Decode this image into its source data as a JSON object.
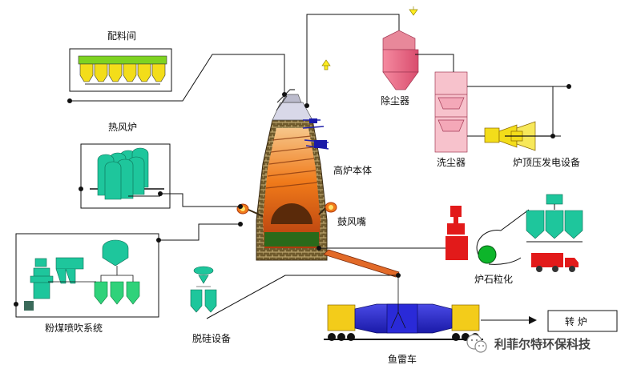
{
  "labels": {
    "batching_room": "配料间",
    "hot_blast_stove": "热风炉",
    "furnace_body": "高炉本体",
    "tuyere": "鼓风嘴",
    "dust_catcher": "除尘器",
    "scrubber": "洗尘器",
    "trt": "炉顶压发电设备",
    "slag_granulation": "炉石粒化",
    "pci_system": "粉煤喷吹系统",
    "desilication": "脱硅设备",
    "torpedo_car": "鱼雷车",
    "converter": "转  炉"
  },
  "watermark": "利菲尔特环保科技",
  "watermark_icon": "wechat-icon",
  "colors": {
    "line": "#111111",
    "bin_yellow": "#f3dd1a",
    "bin_green_top": "#7ed321",
    "stove_green": "#1ec69c",
    "dust_pink": "#f08ca0",
    "scrubber_pink": "#f7c2cc",
    "trt_yellow": "#f3dd1a",
    "slag_red": "#e21a1a",
    "pci_green": "#2fd27a",
    "torpedo_blue": "#2222cc",
    "torpedo_yellow": "#f3cc1a",
    "furnace_orange": "#f07a1a",
    "runner_orange": "#e26a28",
    "arrow_yellow": "#ffee22"
  }
}
